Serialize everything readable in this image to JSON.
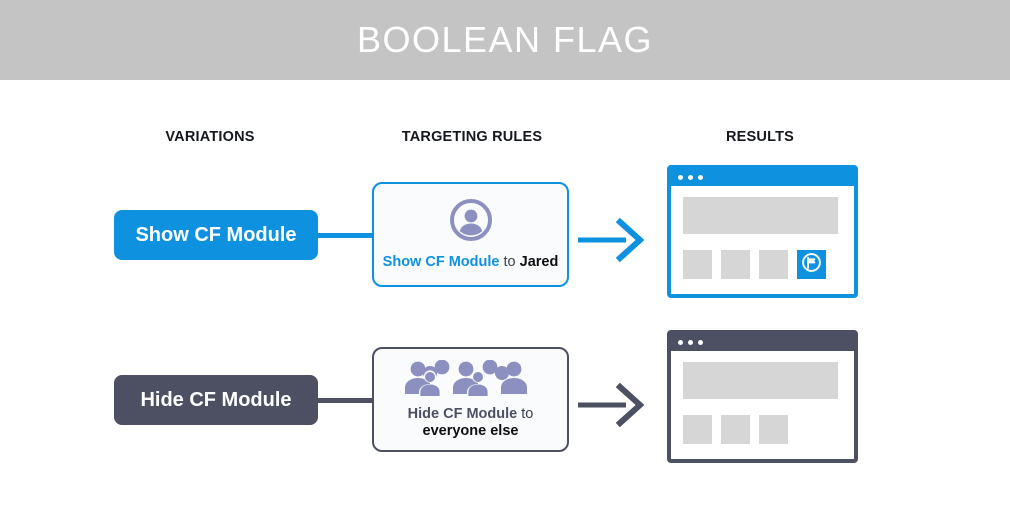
{
  "header": {
    "title": "BOOLEAN FLAG",
    "background_color": "#c4c4c4",
    "text_color": "#ffffff"
  },
  "columns": {
    "variations": "VARIATIONS",
    "targeting_rules": "TARGETING RULES",
    "results": "RESULTS"
  },
  "colors": {
    "accent_blue": "#0e92e0",
    "slate": "#4d5063",
    "icon_purple": "#8b90c0",
    "placeholder_gray": "#d6d6d6"
  },
  "rows": [
    {
      "variation_label": "Show CF Module",
      "variation_color": "#0e92e0",
      "rule_icon": "single-person-icon",
      "rule_variation_text": "Show CF Module",
      "rule_connector_text": "to",
      "rule_target_text": "Jared",
      "arrow_color": "#0e92e0",
      "result_window": {
        "accent_color": "#0e92e0",
        "dots": 3,
        "banner": "content-banner",
        "tiles": [
          "gray",
          "gray",
          "gray",
          "active-cf-module"
        ],
        "active_tile_icon": "cf-module-flag-icon"
      }
    },
    {
      "variation_label": "Hide CF Module",
      "variation_color": "#4d5063",
      "rule_icon": "crowd-of-people-icon",
      "rule_variation_text": "Hide CF Module",
      "rule_connector_text": "to",
      "rule_target_text": "everyone else",
      "arrow_color": "#4d5063",
      "result_window": {
        "accent_color": "#4d5063",
        "dots": 3,
        "banner": "content-banner",
        "tiles": [
          "gray",
          "gray",
          "gray"
        ],
        "active_tile_icon": ""
      }
    }
  ]
}
